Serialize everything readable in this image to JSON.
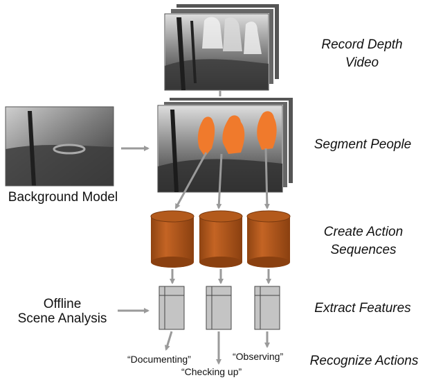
{
  "steps": {
    "record_depth_line1": "Record Depth",
    "record_depth_line2": "Video",
    "segment_people": "Segment People",
    "create_action_line1": "Create Action",
    "create_action_line2": "Sequences",
    "extract_features": "Extract Features",
    "recognize_actions": "Recognize Actions"
  },
  "inputs": {
    "background_model": "Background Model",
    "offline_line1": "Offline",
    "offline_line2": "Scene Analysis"
  },
  "results": {
    "documenting": "“Documenting”",
    "checking_up": "“Checking up”",
    "observing": "“Observing”"
  },
  "colors": {
    "person_highlight": "#f07a2c",
    "cylinder": "#b35a1c",
    "arrow": "#9a9a9a",
    "feature_box": "#c4c4c4"
  }
}
